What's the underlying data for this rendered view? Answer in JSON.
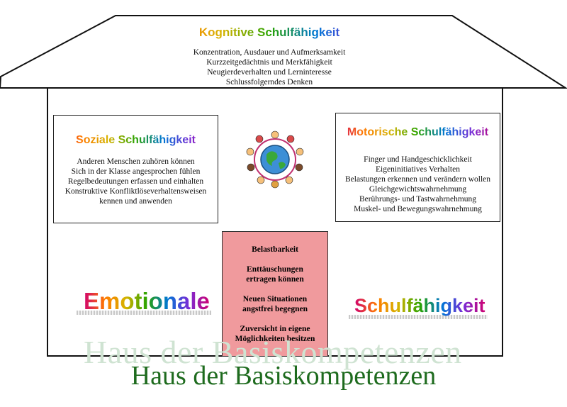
{
  "roof": {
    "title": "Kognitive Schulfähigkeit",
    "lines": [
      "Konzentration, Ausdauer und Aufmerksamkeit",
      "Kurzzeitgedächtnis und Merkfähigkeit",
      "Neugierdeverhalten und Lerninteresse",
      "Schlussfolgerndes Denken"
    ]
  },
  "social": {
    "title": "Soziale Schulfähigkeit",
    "lines": [
      "Anderen Menschen zuhören können",
      "Sich in der Klasse angesprochen fühlen",
      "Regelbedeutungen erfassen und einhalten",
      "Konstruktive Konfliktlöseverhaltensweisen",
      "kennen und anwenden"
    ]
  },
  "motor": {
    "title": "Motorische Schulfähigkeit",
    "lines": [
      "Finger und Handgeschicklichkeit",
      "Eigeninitiatives Verhalten",
      "Belastungen erkennen und verändern wollen",
      "Gleichgewichtswahrnehmung",
      "Berührungs- und Tastwahrnehmung",
      "Muskel- und Bewegungswahrnehmung"
    ]
  },
  "emotional": {
    "lines": [
      "Belastbarkeit",
      "Enttäuschungen ertragen können",
      "Neuen Situationen angstfrei begegnen",
      "Zuversicht in eigene Möglichkeiten besitzen"
    ],
    "left_word": "Emotionale",
    "right_word": "Schulfähigkeit"
  },
  "footer": {
    "ghost_title": "Haus der Basiskompetenzen",
    "title": "Haus der Basiskompetenzen"
  },
  "colors": {
    "center_box": "#f09a9d",
    "title_green": "#1e6b1e",
    "ghost_green": "#cfe3d2"
  },
  "icons": {
    "center_image": "globe-with-children-icon"
  }
}
